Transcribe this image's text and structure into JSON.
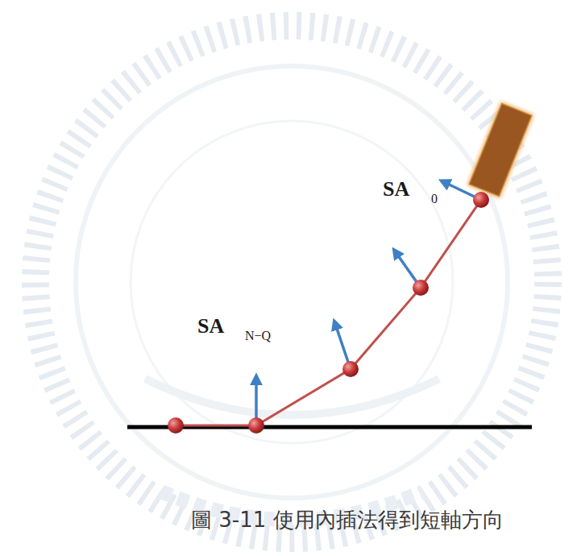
{
  "diagram": {
    "caption": "圖 3-11 使用內插法得到短軸方向",
    "labels": [
      "SA",
      "0",
      "SA",
      "N−Q"
    ]
  }
}
